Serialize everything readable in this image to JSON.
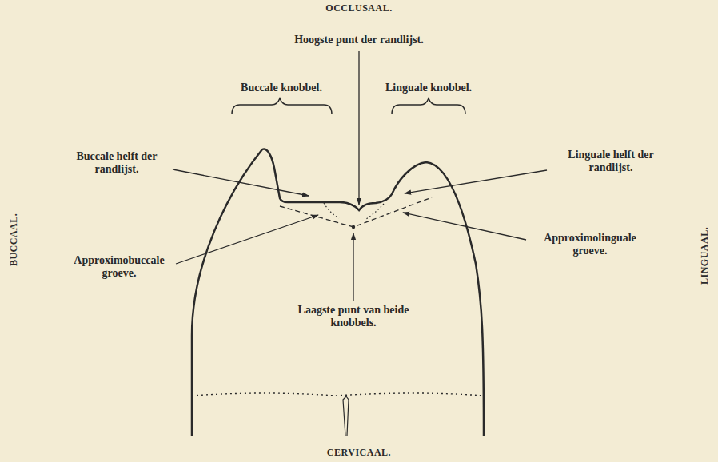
{
  "diagram": {
    "labels": [
      "OCCLUSAAL.",
      "Hoogste punt der randlijst.",
      "Buccale knobbel.",
      "Linguale knobbel.",
      "Buccale helft der randlijst.",
      "Linguale helft der randlijst.",
      "BUCCAAL.",
      "LINGUAAL.",
      "Approximobuccale groeve.",
      "Approximolinguale groeve.",
      "Laagste punt van beide knobbels.",
      "CERVICAAL."
    ]
  }
}
